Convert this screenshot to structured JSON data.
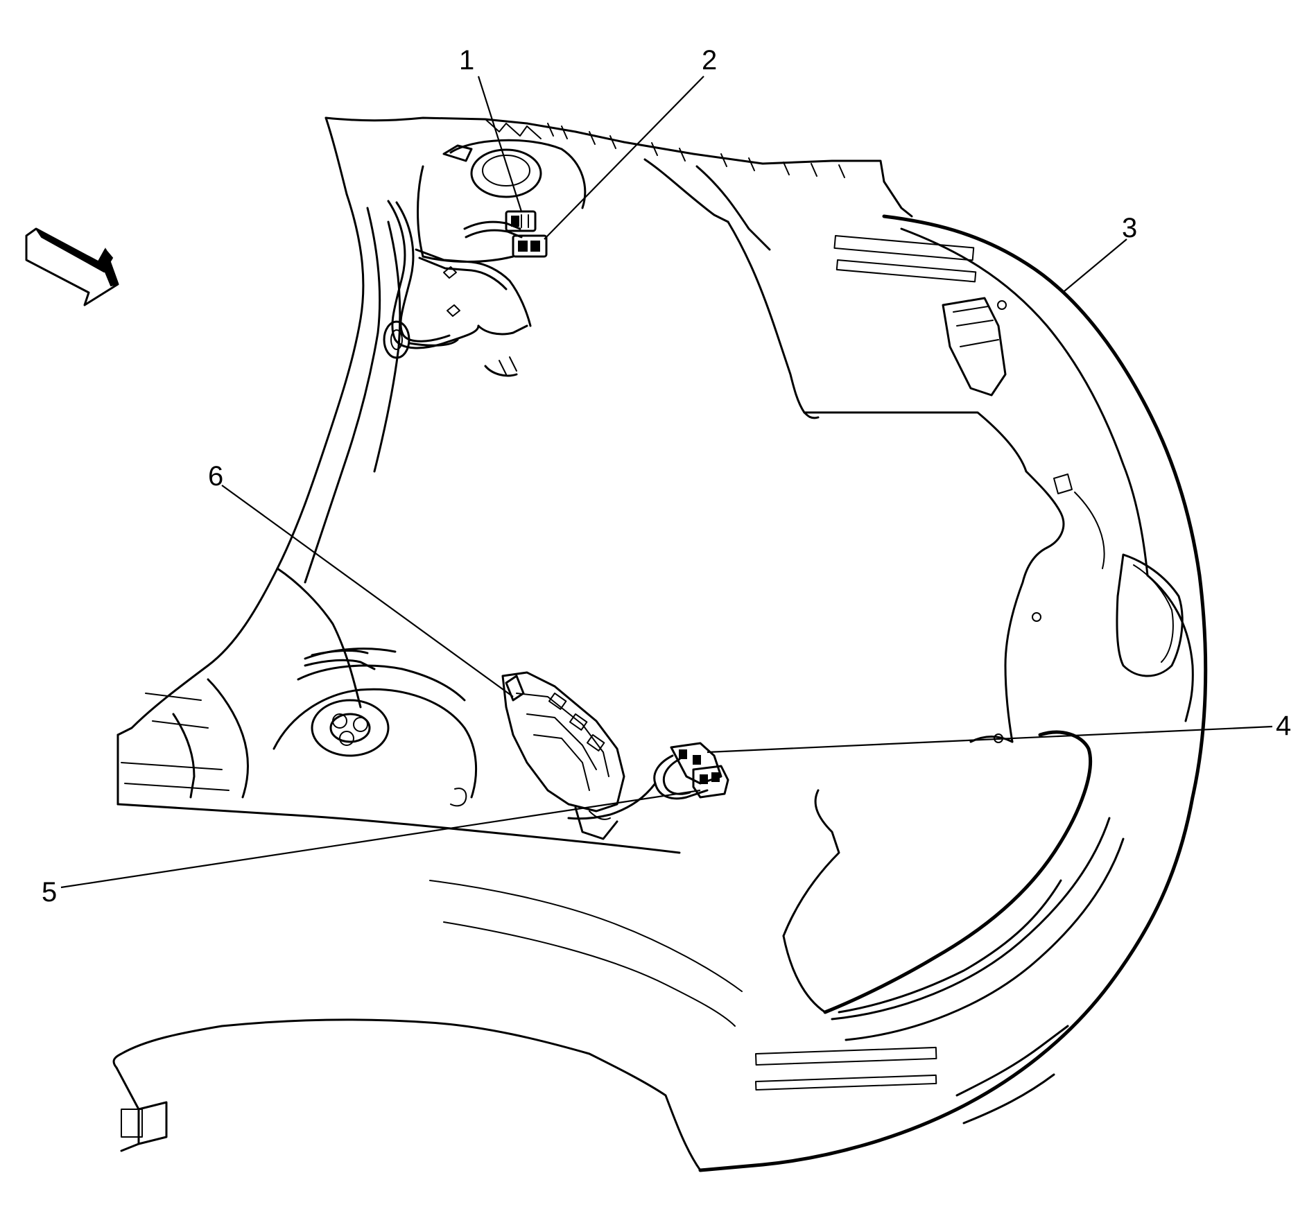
{
  "callouts": [
    {
      "id": "1",
      "label": "1"
    },
    {
      "id": "2",
      "label": "2"
    },
    {
      "id": "3",
      "label": "3"
    },
    {
      "id": "4",
      "label": "4"
    },
    {
      "id": "5",
      "label": "5"
    },
    {
      "id": "6",
      "label": "6"
    }
  ],
  "icons": {
    "view_arrow": "view-direction-arrow-icon"
  },
  "colors": {
    "ink": "#000000",
    "background": "#ffffff"
  }
}
